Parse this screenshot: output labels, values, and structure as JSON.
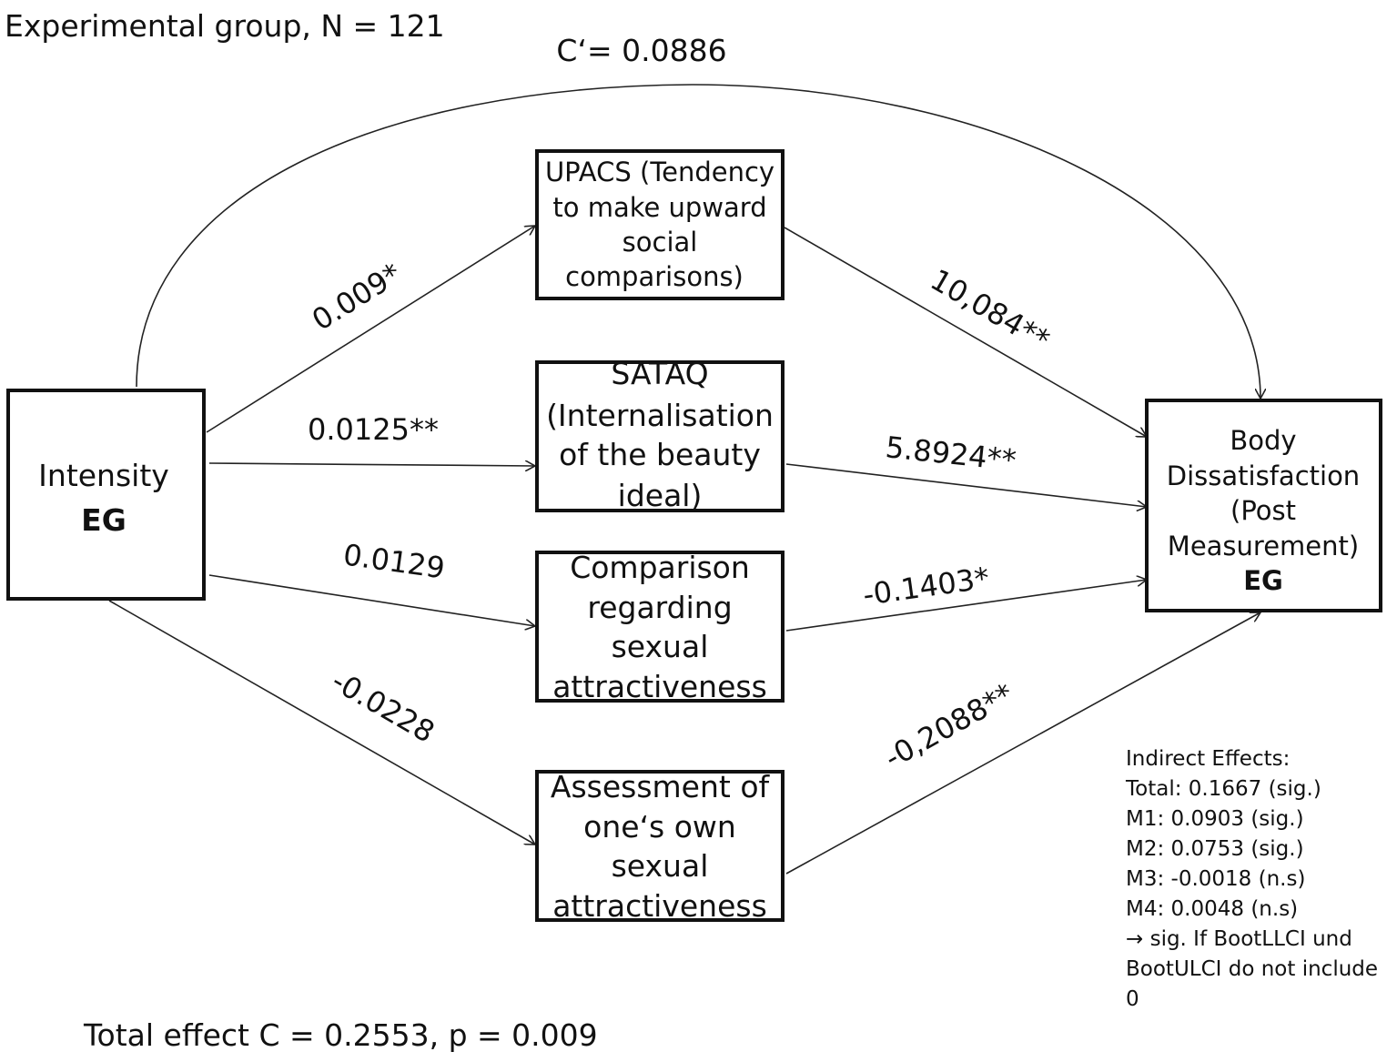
{
  "group_title": "Experimental group, N = 121",
  "direct_effect": "C‘= 0.0886",
  "total_effect": "Total effect C = 0.2553, p = 0.009",
  "nodes": {
    "x": {
      "lines": [
        "Intensity"
      ],
      "bold": "EG"
    },
    "m1": {
      "lines": [
        "UPACS (Tendency",
        "to make upward",
        "social",
        "comparisons)"
      ]
    },
    "m2": {
      "lines": [
        "SATAQ",
        "(Internalisation",
        "of the beauty",
        "ideal)"
      ]
    },
    "m3": {
      "lines": [
        "Comparison",
        "regarding",
        "sexual",
        "attractiveness"
      ]
    },
    "m4": {
      "lines": [
        "Assessment  of",
        "one‘s own",
        "sexual",
        "attractiveness"
      ]
    },
    "y": {
      "lines": [
        "Body",
        "Dissatisfaction",
        "(Post",
        "Measurement)"
      ],
      "bold": "EG"
    }
  },
  "paths": {
    "a1": "0.009*",
    "a2": "0.0125**",
    "a3": "0.0129",
    "a4": "-0.0228",
    "b1": "10,084**",
    "b2": "5.8924**",
    "b3": "-0.1403*",
    "b4": "-0,2088**"
  },
  "indirect_effects": [
    "Indirect Effects:",
    "Total: 0.1667 (sig.)",
    "M1: 0.0903 (sig.)",
    "M2: 0.0753 (sig.)",
    "M3: -0.0018 (n.s)",
    "M4: 0.0048 (n.s)",
    "→ sig. If BootLLCI und",
    "BootULCI do not include",
    "0"
  ]
}
